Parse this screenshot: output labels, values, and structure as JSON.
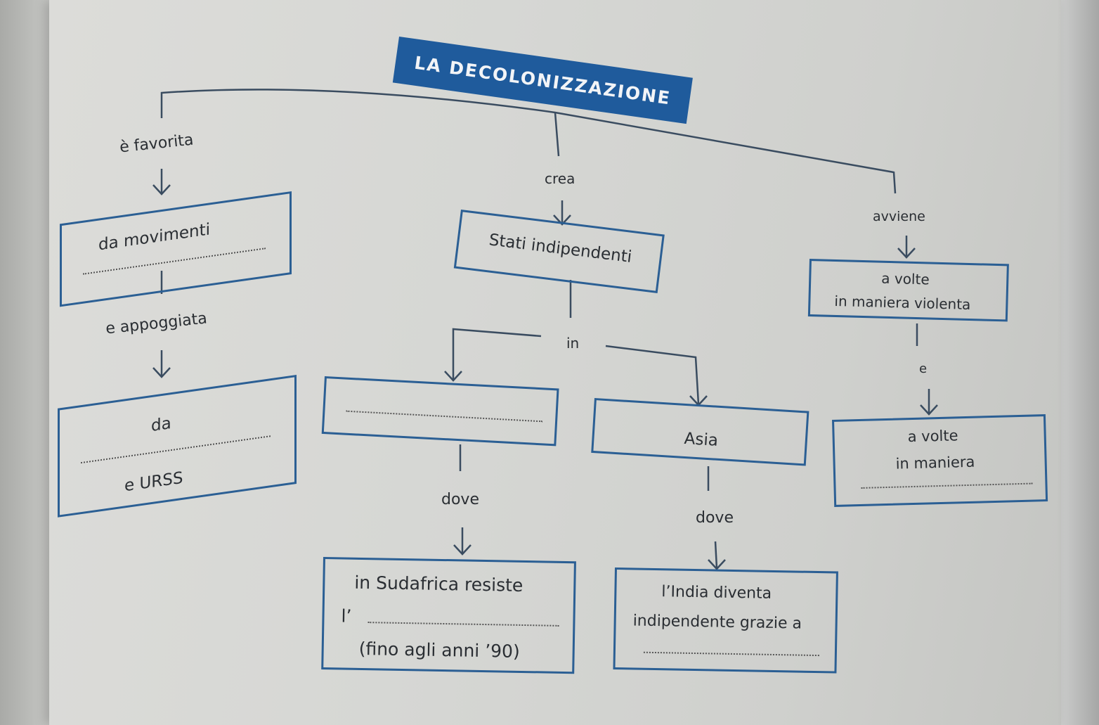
{
  "title": "LA DECOLONIZZAZIONE",
  "connectors": {
    "favorita": "è favorita",
    "appoggiata": "e appoggiata",
    "crea": "crea",
    "in": "in",
    "dove_left": "dove",
    "dove_right": "dove",
    "avviene": "avviene",
    "e": "e"
  },
  "boxes": {
    "movimenti": {
      "line1": "da movimenti"
    },
    "da": {
      "line1": "da",
      "line2": "e URSS"
    },
    "stati": {
      "line1": "Stati indipendenti"
    },
    "asia": {
      "line1": "Asia"
    },
    "sudafrica": {
      "line1": "in Sudafrica resiste",
      "line2": "l’",
      "line3": "(fino agli anni ’90)"
    },
    "india": {
      "line1": "l’India diventa",
      "line2": "indipendente grazie a"
    },
    "violenta": {
      "line1": "a volte",
      "line2": "in maniera violenta"
    },
    "maniera": {
      "line1": "a volte",
      "line2": "in maniera"
    }
  },
  "colors": {
    "accent": "#1f5b9c",
    "line": "#2b5f94",
    "text": "#2a2e33"
  }
}
